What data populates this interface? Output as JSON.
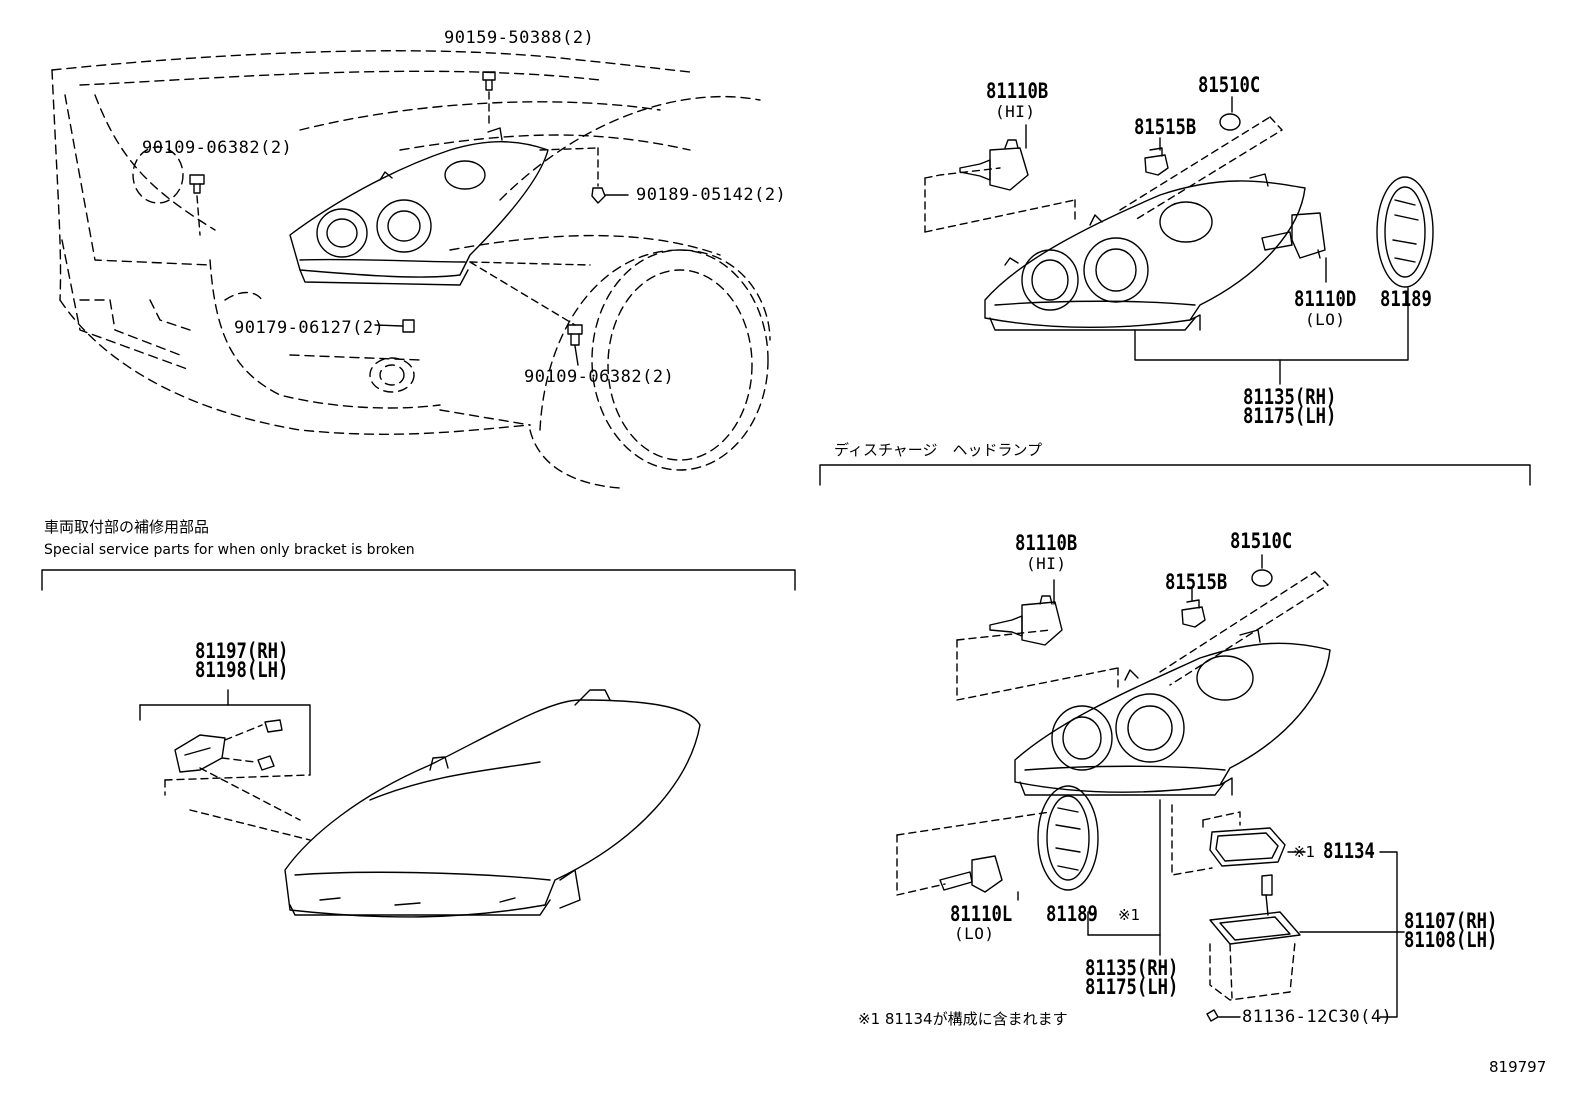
{
  "labels": {
    "p_90159": "90159-50388(2)",
    "p_90109_a": "90109-06382(2)",
    "p_90189": "90189-05142(2)",
    "p_90179": "90179-06127(2)",
    "p_90109_b": "90109-06382(2)",
    "hal_81110b": "81110B",
    "hal_hi": "(HI)",
    "hal_81510c": "81510C",
    "hal_81515b": "81515B",
    "hal_81110d": "81110D",
    "hal_lo": "(LO)",
    "hal_81189": "81189",
    "hal_81135": "81135(RH)",
    "hal_81175": "81175(LH)",
    "discharge_title": "ディスチャージ　ヘッドランプ",
    "svc_title_jp": "車両取付部の補修用部品",
    "svc_title_en": "Special service parts for when only bracket is broken",
    "svc_81197": "81197(RH)",
    "svc_81198": "81198(LH)",
    "dis_81110b": "81110B",
    "dis_hi": "(HI)",
    "dis_81510c": "81510C",
    "dis_81515b": "81515B",
    "dis_ref1": "※1",
    "dis_81134": "81134",
    "dis_81107": "81107(RH)",
    "dis_81108": "81108(LH)",
    "dis_81110l": "81110L",
    "dis_lo": "(LO)",
    "dis_81189": "81189",
    "dis_ref1b": "※1",
    "dis_81135": "81135(RH)",
    "dis_81175": "81175(LH)",
    "dis_81136": "81136-12C30(4)",
    "footnote": "※1 81134が構成に含まれます",
    "diagram_number": "819797"
  }
}
